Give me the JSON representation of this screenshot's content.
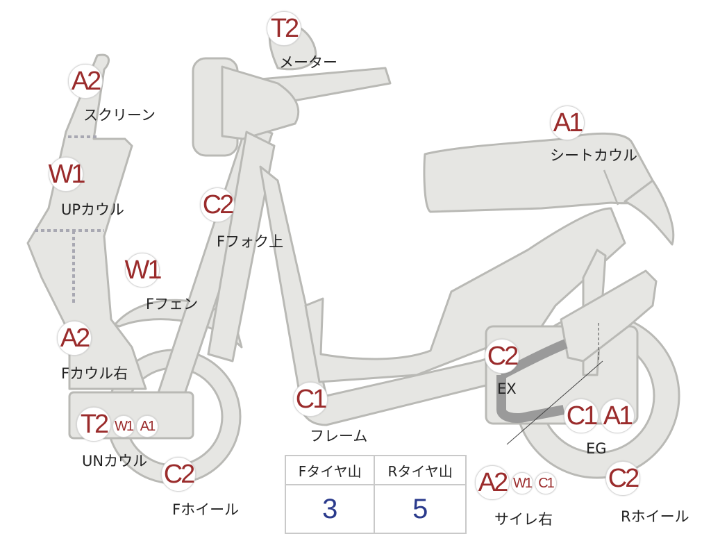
{
  "parts": [
    {
      "id": "screen",
      "label": "スクリーン",
      "grades": [
        "A2"
      ]
    },
    {
      "id": "up_cowl",
      "label": "UPカウル",
      "grades": [
        "W1"
      ]
    },
    {
      "id": "f_fender",
      "label": "Fフェン",
      "grades": [
        "W1"
      ]
    },
    {
      "id": "f_cowl_r",
      "label": "Fカウル右",
      "grades": [
        "A2"
      ]
    },
    {
      "id": "un_cowl",
      "label": "UNカウル",
      "grades": [
        "T2",
        "W1",
        "A1"
      ]
    },
    {
      "id": "f_wheel",
      "label": "Fホイール",
      "grades": [
        "C2"
      ]
    },
    {
      "id": "meter",
      "label": "メーター",
      "grades": [
        "T2"
      ]
    },
    {
      "id": "f_fork_upper",
      "label": "Fフォク上",
      "grades": [
        "C2"
      ]
    },
    {
      "id": "frame",
      "label": "フレーム",
      "grades": [
        "C1"
      ]
    },
    {
      "id": "seat_cowl",
      "label": "シートカウル",
      "grades": [
        "A1"
      ]
    },
    {
      "id": "ex",
      "label": "EX",
      "grades": [
        "C2"
      ]
    },
    {
      "id": "eg",
      "label": "EG",
      "grades": [
        "C1",
        "A1"
      ]
    },
    {
      "id": "r_wheel",
      "label": "Rホイール",
      "grades": [
        "C2"
      ]
    },
    {
      "id": "muffler_r",
      "label": "サイレ右",
      "grades": [
        "A2",
        "W1",
        "C1"
      ]
    }
  ],
  "tread_table": {
    "headers": [
      "Fタイヤ山",
      "Rタイヤ山"
    ],
    "values": [
      "3",
      "5"
    ]
  },
  "colors": {
    "part_fill": "#e6e6e3",
    "part_stroke": "#b9b9b5",
    "grade_text": "#9a2b2b",
    "tread_value": "#2a3a8c"
  }
}
